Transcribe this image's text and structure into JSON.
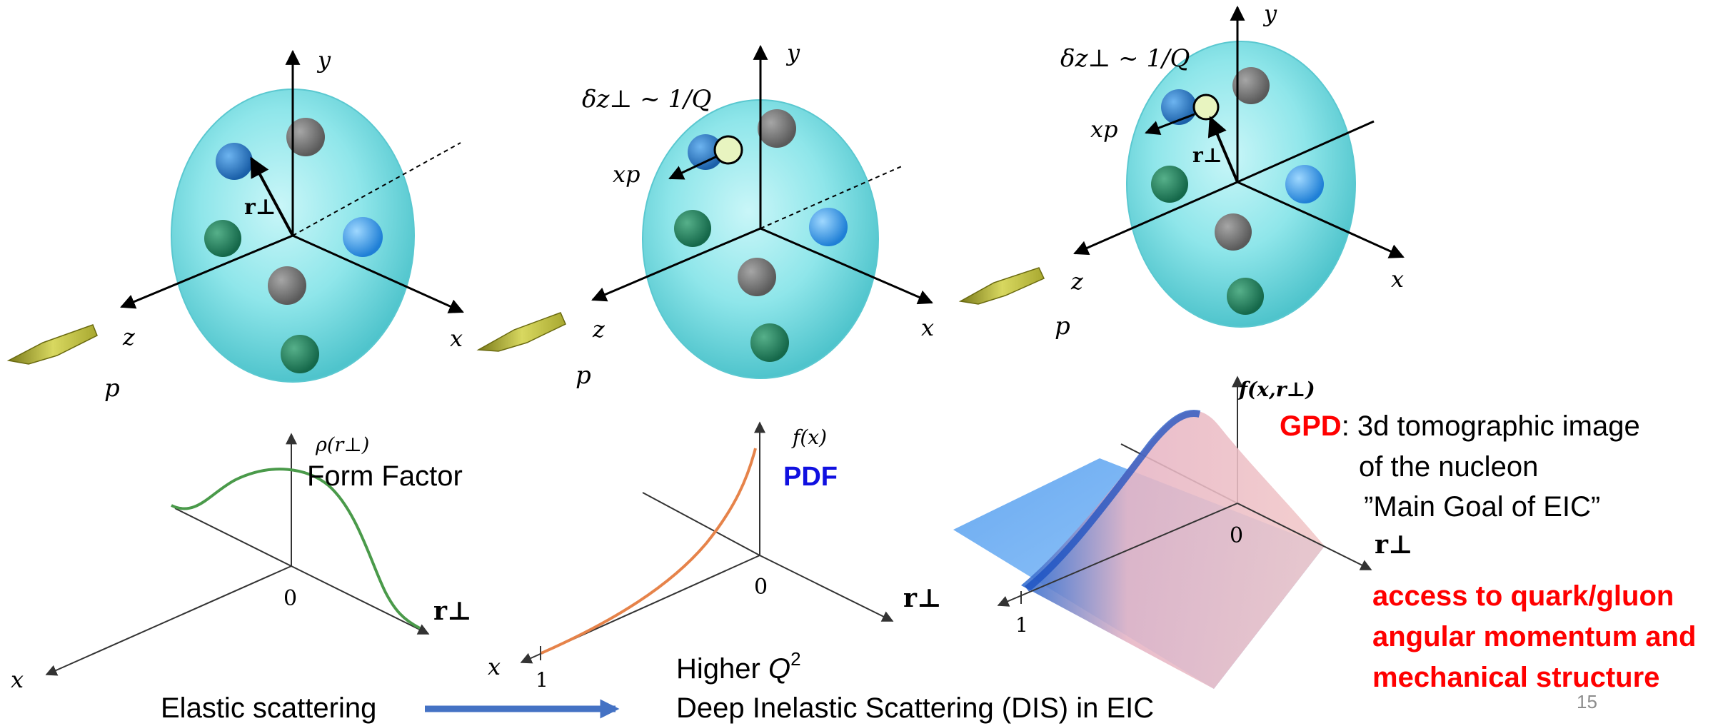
{
  "panels": [
    {
      "id": "ff",
      "axes": {
        "x": "x",
        "y": "y",
        "z": "z",
        "p": "p"
      },
      "radius_label": "r⊥",
      "plot_ylabel": "ρ(r⊥)",
      "plot_rlabel": "r⊥",
      "plot_xlabel": "x",
      "plot_origin": "0",
      "title": "Form Factor",
      "bottom_label": "Elastic scattering"
    },
    {
      "id": "pdf",
      "axes": {
        "x": "x",
        "y": "y",
        "z": "z",
        "p": "p"
      },
      "delta_label": "δz⊥ ~ 1/Q",
      "xp_label": "xp",
      "plot_ylabel": "f(x)",
      "plot_rlabel": "r⊥",
      "plot_xlabel": "x",
      "plot_origin": "0",
      "plot_tick": "1",
      "title": "PDF"
    },
    {
      "id": "gpd",
      "axes": {
        "x": "x",
        "y": "y",
        "z": "z",
        "p": "p"
      },
      "delta_label": "δz⊥ ~ 1/Q",
      "xp_label": "xp",
      "radius_label": "r⊥",
      "plot_ylabel": "f(x,r⊥)",
      "plot_rlabel": "r⊥",
      "plot_origin": "0",
      "plot_tick": "1"
    }
  ],
  "gpd_text": {
    "label": "GPD",
    "line1": ": 3d tomographic image",
    "line2": "of the nucleon",
    "line3": "”Main Goal of EIC”",
    "access1": "access to quark/gluon",
    "access2": "angular momentum and",
    "access3": "mechanical structure"
  },
  "transition": {
    "higher_q_prefix": "Higher ",
    "higher_q_var": "Q",
    "higher_q_exp": "2",
    "dis_label": "Deep Inelastic Scattering (DIS) in EIC"
  },
  "page_number": "15",
  "colors": {
    "red": "#ff0000",
    "pdf_blue": "#1010e0",
    "arrow_blue": "#4472c4",
    "curve_green": "#4a9a4a",
    "curve_orange": "#e6834a",
    "nucleon": "#7fe0e6"
  }
}
